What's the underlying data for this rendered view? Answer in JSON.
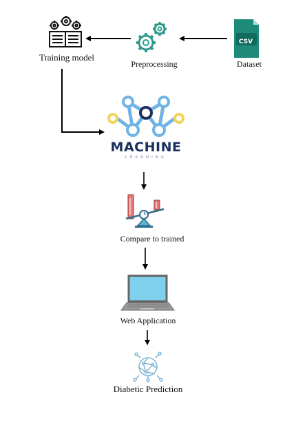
{
  "nodes": {
    "dataset": {
      "label": "Dataset",
      "badge": "CSV",
      "icon": "csv-file-icon",
      "color": "#1e8a7a"
    },
    "preprocessing": {
      "label": "Preprocessing",
      "icon": "gears-icon",
      "color": "#2e9a8c"
    },
    "training": {
      "label": "Training model",
      "icon": "book-gears-icon"
    },
    "ml": {
      "title": "MACHINE",
      "subtitle": "LEARNING",
      "icon": "neural-network-icon",
      "accent": "#6fb4e4",
      "dot": "#f2d35a",
      "title_color": "#1c2f5e"
    },
    "compare": {
      "label": "Compare to trained",
      "icon": "balance-scale-icon",
      "bar_color": "#e87878"
    },
    "webapp": {
      "label": "Web Application",
      "icon": "laptop-icon",
      "screen_color": "#7fd0ec"
    },
    "prediction": {
      "label": "Diabetic Prediction",
      "icon": "network-globe-icon",
      "color": "#6ca9cf"
    }
  }
}
